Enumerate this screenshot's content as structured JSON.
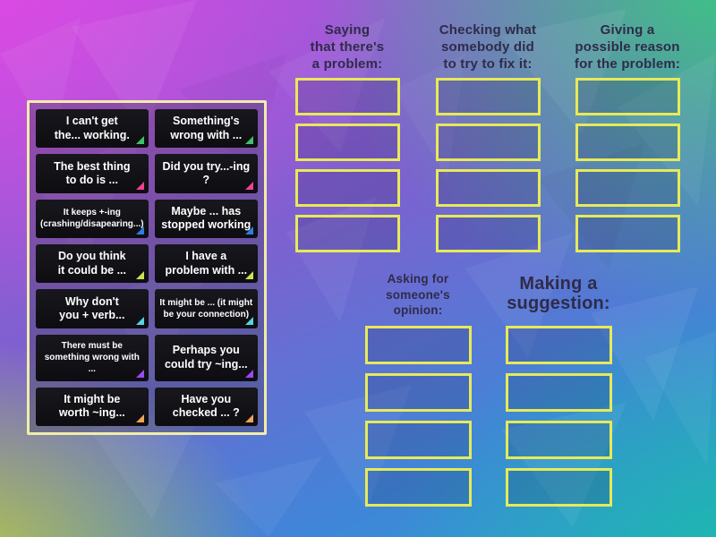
{
  "groups": [
    {
      "title": "Saying\nthat there's\na problem:",
      "slot_count": 4
    },
    {
      "title": "Checking what\nsomebody did\nto try to fix it:",
      "slot_count": 4
    },
    {
      "title": "Giving a\npossible reason\nfor the problem:",
      "slot_count": 4
    },
    {
      "title": "Asking for\nsomeone's\nopinion:",
      "slot_count": 4
    },
    {
      "title": "Making a\nsuggestion:",
      "slot_count": 4
    }
  ],
  "tiles": [
    {
      "text": "I can't get\nthe... working.",
      "marker_color": "#3fbf6e"
    },
    {
      "text": "Something's\nwrong with ...",
      "marker_color": "#3fbf6e"
    },
    {
      "text": "The best thing\nto do is ...",
      "marker_color": "#f04097"
    },
    {
      "text": "Did you try...-ing ?",
      "marker_color": "#f04097"
    },
    {
      "text": "It keeps +-ing\n(crashing/disapearing...)",
      "marker_color": "#2e7de6"
    },
    {
      "text": "Maybe ... has\nstopped working",
      "marker_color": "#2e7de6"
    },
    {
      "text": "Do you think\nit could be ...",
      "marker_color": "#cde24e"
    },
    {
      "text": "I have a\nproblem with ...",
      "marker_color": "#cde24e"
    },
    {
      "text": "Why don't\nyou + verb...",
      "marker_color": "#4fd6de"
    },
    {
      "text": "It might be ... (it might\nbe your connection)",
      "marker_color": "#4fd6de"
    },
    {
      "text": "There must be\nsomething wrong with ...",
      "marker_color": "#9a49f0"
    },
    {
      "text": "Perhaps you\ncould try ~ing...",
      "marker_color": "#9a49f0"
    },
    {
      "text": "It might be\nworth ~ing...",
      "marker_color": "#efa45c"
    },
    {
      "text": "Have you\nchecked ... ?",
      "marker_color": "#efa45c"
    }
  ],
  "colors": {
    "slot_border": "#e7ea58",
    "tray_border": "#f0edaa",
    "tile_bg": "#0f0f14",
    "title_text": "#2f2b49"
  }
}
